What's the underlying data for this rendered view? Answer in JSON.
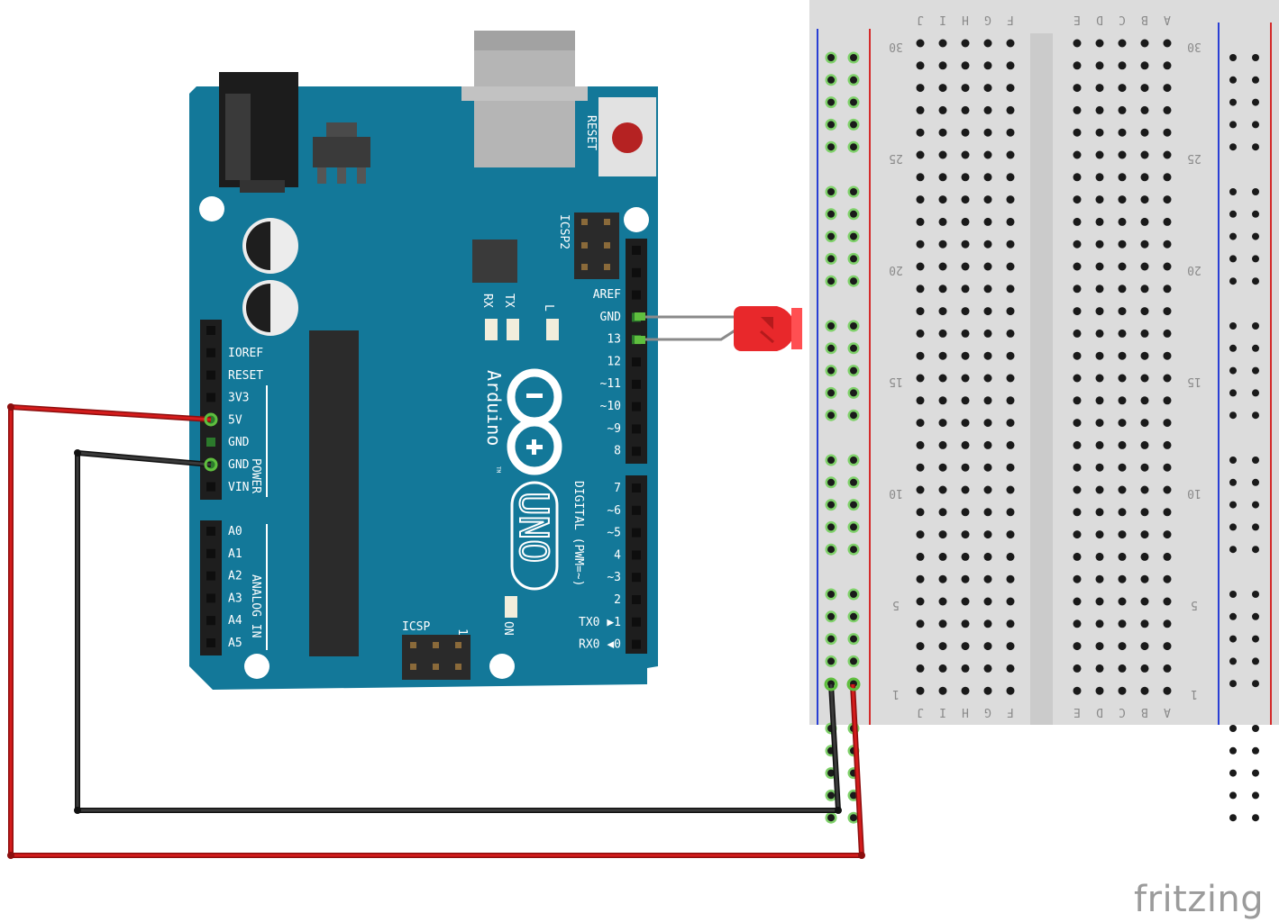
{
  "arduino": {
    "reset_label": "RESET",
    "icsp2_label": "ICSP2",
    "icsp_label": "ICSP",
    "icsp_pin1": "1",
    "tx_label": "TX",
    "rx_label": "RX",
    "l_label": "L",
    "on_label": "ON",
    "brand": "Arduino",
    "tm": "TM",
    "model": "UNO",
    "digital_label": "DIGITAL (PWM=~)",
    "power_label": "POWER",
    "analog_label": "ANALOG IN",
    "top_header_labels": [
      "AREF",
      "GND",
      "13",
      "12",
      "~11",
      "~10",
      "~9",
      "8"
    ],
    "bottom_header_labels": [
      "7",
      "~6",
      "~5",
      "4",
      "~3",
      "2",
      "TX0 ▶1",
      "RX0 ◀0"
    ],
    "power_labels": [
      "IOREF",
      "RESET",
      "3V3",
      "5V",
      "GND",
      "GND",
      "VIN"
    ],
    "analog_labels": [
      "A0",
      "A1",
      "A2",
      "A3",
      "A4",
      "A5"
    ]
  },
  "breadboard": {
    "column_letters_left": [
      "J",
      "I",
      "H",
      "G",
      "F"
    ],
    "column_letters_right": [
      "E",
      "D",
      "C",
      "B",
      "A"
    ],
    "row_numbers": [
      "30",
      "25",
      "20",
      "15",
      "10",
      "5",
      "1"
    ]
  },
  "wires": [
    {
      "name": "5V to breadboard red rail",
      "color": "#cc1111"
    },
    {
      "name": "GND to breadboard blue rail",
      "color": "#222222"
    }
  ],
  "led": {
    "color": "#e8282b",
    "pins": [
      "GND",
      "13"
    ]
  },
  "logo": "fritzing"
}
